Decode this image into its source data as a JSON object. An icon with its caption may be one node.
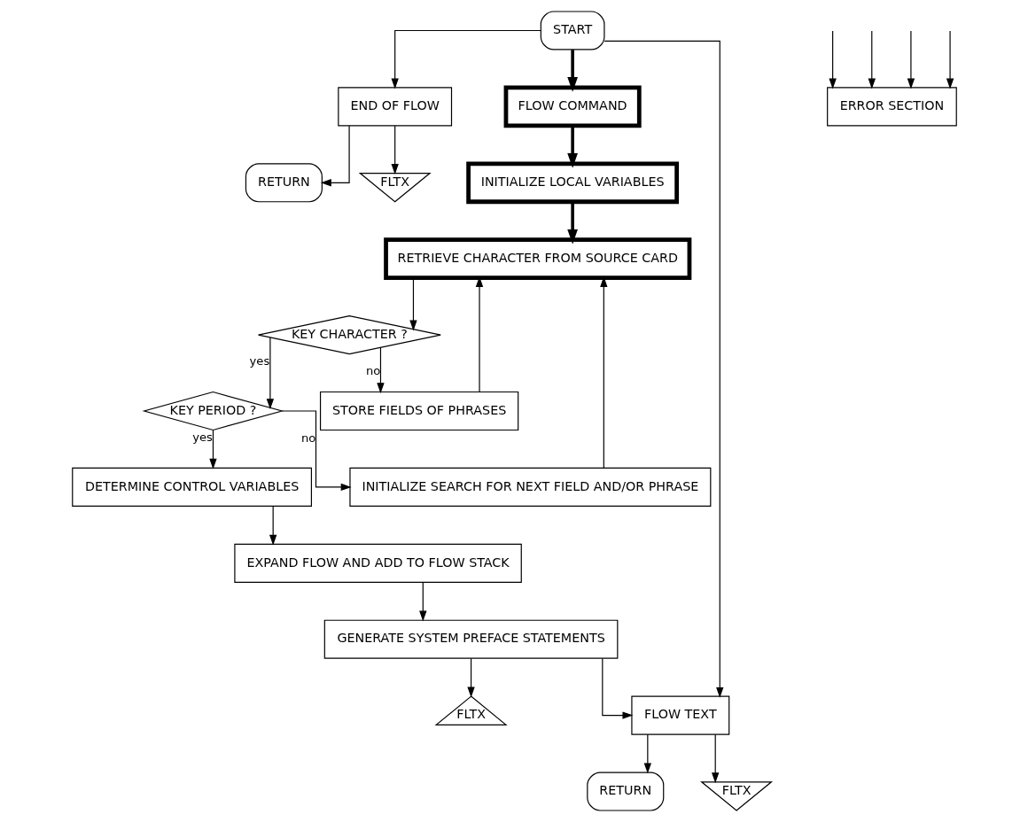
{
  "diagram": {
    "nodes": [
      {
        "text": [
          "START"
        ]
      },
      {
        "text": [
          "RETURN"
        ]
      },
      {
        "text": [
          "END OF FLOW"
        ]
      },
      {
        "text": [
          "FLOW COMMAND"
        ]
      },
      {
        "text": [
          "FLOW TEXT"
        ]
      },
      {
        "text": [
          "RETURN"
        ]
      },
      {
        "text": [
          "FLTX"
        ]
      },
      {
        "text": [
          "FLTX"
        ]
      },
      {
        "text": [
          "INITIALIZE LOCAL VARIABLES"
        ]
      },
      {
        "text": [
          "RETRIEVE CHARACTER FROM SOURCE CARD"
        ]
      },
      {
        "text": [
          "INITIALIZE SEARCH FOR NEXT FIELD AND/OR PHRASE"
        ]
      },
      {
        "text": [
          "FLTX"
        ]
      },
      {
        "text": [
          "STORE FIELDS OF PHRASES"
        ]
      },
      {
        "text": [
          "KEY CHARACTER ?"
        ]
      },
      {
        "text": [
          "KEY PERIOD ?"
        ]
      },
      {
        "text": [
          "GENERATE SYSTEM PREFACE STATEMENTS"
        ]
      },
      {
        "text": [
          "DETERMINE CONTROL VARIABLES"
        ]
      },
      {
        "text": [
          "EXPAND FLOW AND ADD TO FLOW STACK"
        ]
      },
      {
        "text": [
          "ERROR SECTION"
        ]
      }
    ],
    "edges": [
      {
        "from": 0,
        "to": 2,
        "arrow": "to"
      },
      {
        "from": 0,
        "to": 3,
        "arrow": "to",
        "style": "thick"
      },
      {
        "from": 0,
        "to": 4,
        "arrow": "to"
      },
      {
        "from": 2,
        "to": 1,
        "arrow": "to"
      },
      {
        "from": 2,
        "to": 6,
        "arrow": "to"
      },
      {
        "from": 4,
        "to": 5,
        "arrow": "to"
      },
      {
        "from": 4,
        "to": 7,
        "arrow": "to"
      },
      {
        "from": 3,
        "to": 8,
        "arrow": "to",
        "style": "thick"
      },
      {
        "from": 8,
        "to": 9,
        "arrow": "to",
        "style": "thick"
      },
      {
        "from": 9,
        "to": 13,
        "arrow": "to"
      },
      {
        "from": 13,
        "to": 12,
        "arrow": "to",
        "label": "no"
      },
      {
        "from": 13,
        "to": 14,
        "arrow": "to",
        "label": "yes"
      },
      {
        "from": 14,
        "to": 10,
        "arrow": "to",
        "label": "no"
      },
      {
        "from": 14,
        "to": 16,
        "arrow": "to",
        "label": "yes"
      },
      {
        "from": 12,
        "to": 9,
        "arrow": "to"
      },
      {
        "from": 10,
        "to": 9,
        "arrow": "to"
      },
      {
        "from": 16,
        "to": 17,
        "arrow": "to"
      },
      {
        "from": 17,
        "to": 15,
        "arrow": "to"
      },
      {
        "from": 15,
        "to": 11,
        "arrow": "to"
      },
      {
        "from": 15,
        "to": 4,
        "arrow": "to"
      },
      {
        "from": null,
        "to": 18,
        "arrow": "to"
      },
      {
        "from": null,
        "to": 18,
        "arrow": "to"
      },
      {
        "from": null,
        "to": 18,
        "arrow": "to"
      },
      {
        "from": null,
        "to": 18,
        "arrow": "to"
      }
    ]
  }
}
